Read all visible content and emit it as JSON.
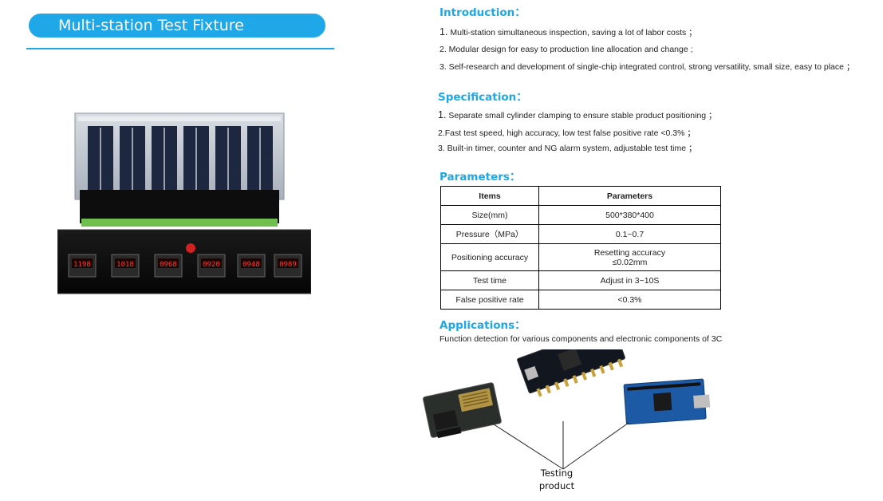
{
  "title": "Multi-station Test Fixture",
  "introduction": {
    "heading": "Introduction：",
    "items": [
      {
        "num": "1.",
        "text": " Multi-station simultaneous inspection, saving a lot of labor costs ；"
      },
      {
        "num": "",
        "text": "2. Modular design for easy to production line allocation and change ;"
      },
      {
        "num": "",
        "text": "3. Self-research and development of single-chip integrated control, strong versatility, small size, easy to place ；"
      }
    ]
  },
  "specification": {
    "heading": "Specification：",
    "items": [
      {
        "num": "1.",
        "text": " Separate small cylinder clamping to ensure stable product positioning ；"
      },
      {
        "num": "",
        "text": "2.Fast test speed, high accuracy, low test false positive rate <0.3% ；"
      },
      {
        "num": "",
        "text": "3. Built-in timer, counter and NG alarm system, adjustable test time ；"
      }
    ]
  },
  "parameters": {
    "heading": "Parameters：",
    "columns": [
      "Items",
      "Parameters"
    ],
    "rows": [
      {
        "item": "Size(mm)",
        "value": "500*380*400"
      },
      {
        "item": "Pressure（MPa）",
        "value": "0.1~0.7"
      },
      {
        "item": "Positioning accuracy",
        "value_line1": "Resetting accuracy",
        "value_line2": "≤0.02mm"
      },
      {
        "item": "Test time",
        "value": "Adjust in 3~10S"
      },
      {
        "item": "False positive rate",
        "value": "<0.3%"
      }
    ]
  },
  "applications": {
    "heading": "Applications：",
    "text": "Function detection for various components and electronic components of 3C",
    "label_line1": "Testing",
    "label_line2": "product"
  },
  "displays": [
    "1198",
    "1018",
    "0968",
    "0920",
    "0948",
    "0989"
  ],
  "colors": {
    "accent": "#1ea8e7",
    "led": "#ff3b2f"
  }
}
